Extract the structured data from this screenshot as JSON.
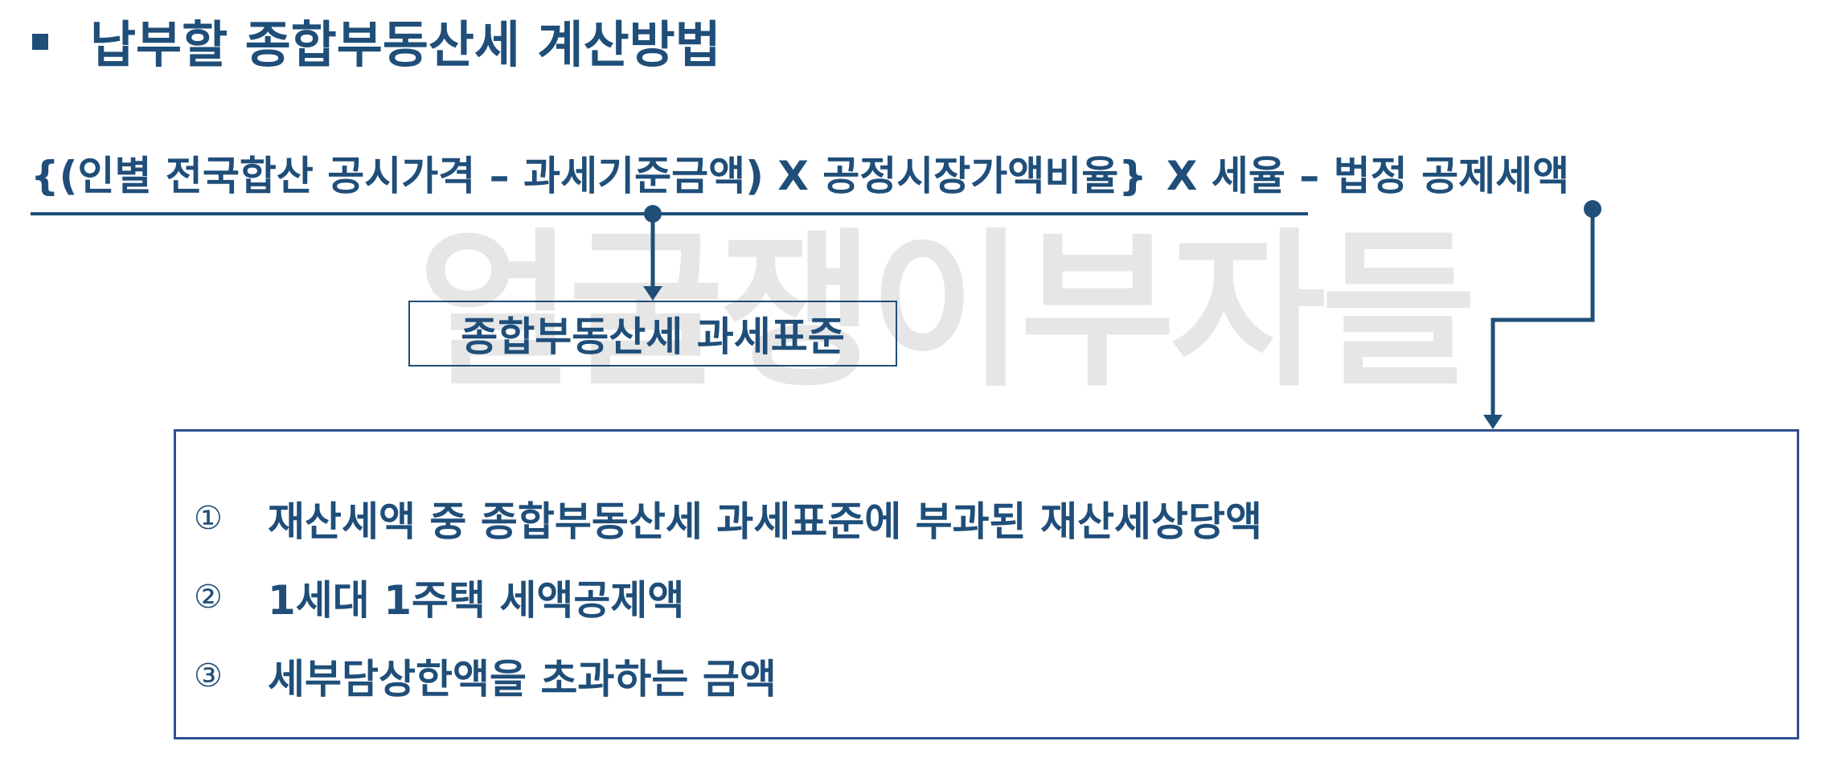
{
  "title": "납부할 종합부동산세 계산방법",
  "watermark": "얼굴쟁이부자들",
  "formula": {
    "part_a": "{(인별 전국합산 공시가격 – 과세기준금액) X 공정시장가액비율}",
    "part_b": "X 세율 – 법정 공제세액"
  },
  "tax_base_label": "종합부동산세 과세표준",
  "deductions": [
    {
      "marker": "①",
      "text": "재산세액 중 종합부동산세 과세표준에 부과된 재산세상당액"
    },
    {
      "marker": "②",
      "text": "1세대 1주택 세액공제액"
    },
    {
      "marker": "③",
      "text": "세부담상한액을 초과하는 금액"
    }
  ],
  "colors": {
    "primary": "#1f4e79",
    "box_border": "#2f4f8f",
    "watermark": "#e6e6e6"
  }
}
